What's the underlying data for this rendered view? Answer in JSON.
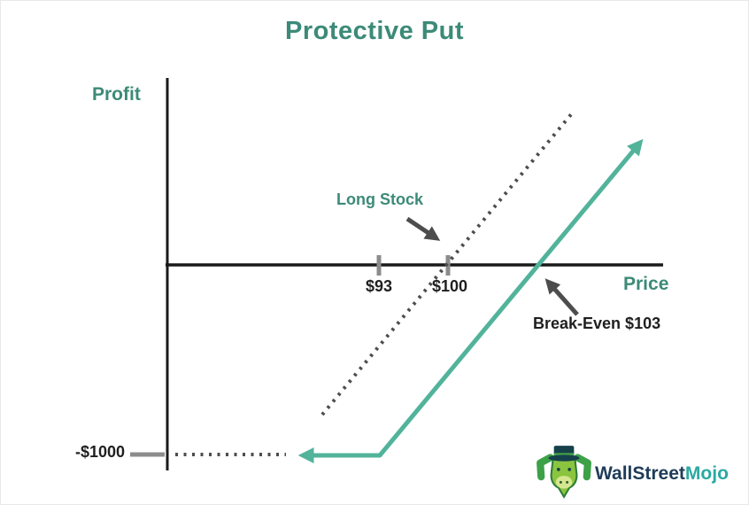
{
  "title": "Protective Put",
  "axes": {
    "x_label": "Price",
    "y_label": "Profit"
  },
  "ticks": {
    "x_93": "$93",
    "x_100": "$100",
    "y_neg_1000": "-$1000"
  },
  "annotations": {
    "long_stock": "Long Stock",
    "break_even": "Break-Even $103"
  },
  "logo": {
    "text_primary": "WallStreet",
    "text_accent": "Mojo"
  },
  "colors": {
    "teal_text": "#3c8a78",
    "dark_text": "#1f1f1f",
    "axis": "#1a1a1a",
    "tick": "#8c8c8c",
    "annotation": "#4d4d4d",
    "payoff_line": "#52b39b",
    "logo_navy": "#1e3c59",
    "logo_teal": "#2ba9a2"
  },
  "chart_data": {
    "type": "line",
    "title": "Protective Put",
    "xlabel": "Price",
    "ylabel": "Profit",
    "x_tick_labels": [
      "$93",
      "$100"
    ],
    "y_tick_labels": [
      "-$1000"
    ],
    "grid": false,
    "legend_position": "none",
    "key_points": {
      "put_strike_price": 93,
      "stock_purchase_price": 100,
      "break_even_price": 103,
      "max_loss": -1000
    },
    "series": [
      {
        "name": "Long Stock",
        "style": "dotted",
        "color": "#4d4d4d",
        "points": [
          [
            93,
            -700
          ],
          [
            100,
            0
          ],
          [
            103,
            300
          ],
          [
            106,
            600
          ]
        ]
      },
      {
        "name": "Protective Put",
        "style": "solid",
        "color": "#52b39b",
        "points": [
          [
            85,
            -1000
          ],
          [
            93,
            -1000
          ],
          [
            103,
            0
          ],
          [
            112,
            900
          ]
        ]
      }
    ]
  }
}
